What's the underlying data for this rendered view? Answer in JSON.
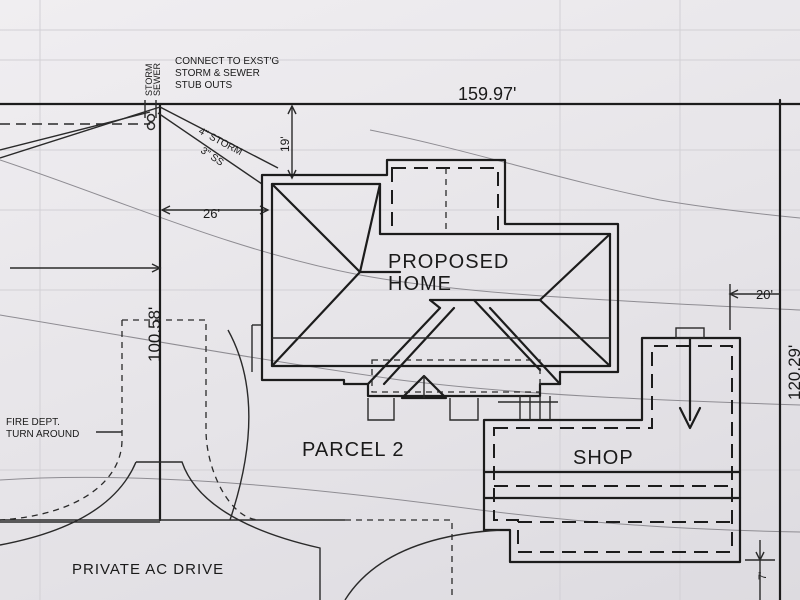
{
  "labels": {
    "storm_sewer": [
      "STORM",
      "SEWER"
    ],
    "connect_note": [
      "CONNECT TO EXST'G",
      "STORM & SEWER",
      "STUB OUTS"
    ],
    "north_dim": "159.97'",
    "storm_line": "4\" STORM",
    "ss_line": "3\" SS",
    "setback_19": "19'",
    "setback_26": "26'",
    "setback_20": "20'",
    "west_dim": "100.58'",
    "east_dim": "120.29'",
    "setback_7": "7'",
    "proposed_home": [
      "PROPOSED",
      "HOME"
    ],
    "parcel": "PARCEL 2",
    "shop": "SHOP",
    "fire_turnaround": [
      "FIRE DEPT.",
      "TURN AROUND"
    ],
    "private_drive": "PRIVATE AC DRIVE"
  }
}
